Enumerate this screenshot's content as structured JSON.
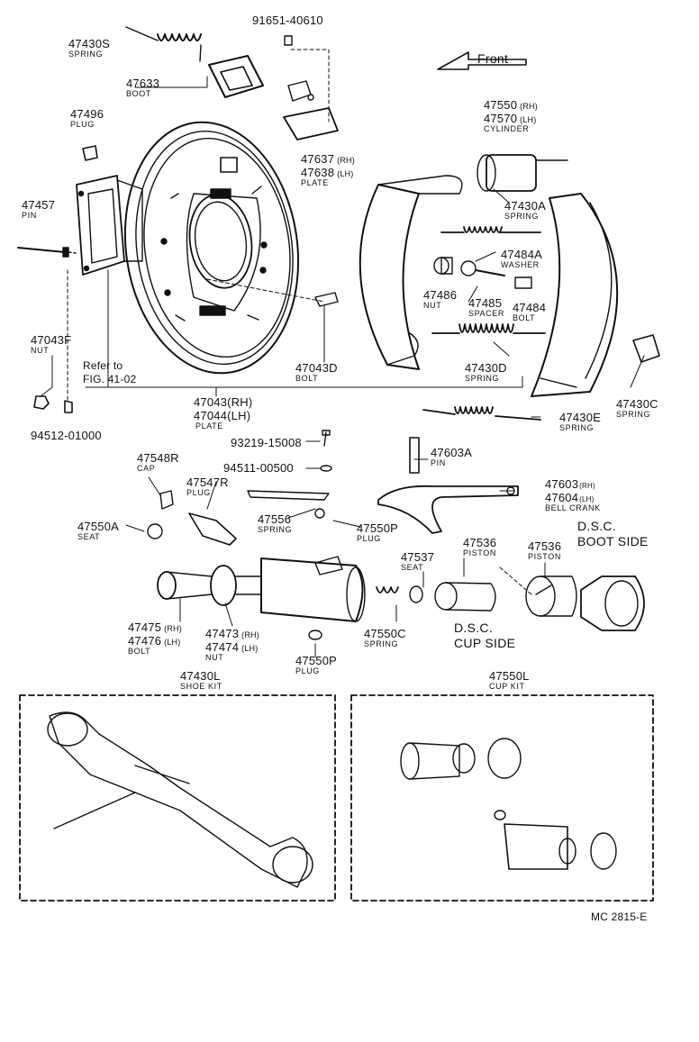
{
  "front_label": "Front",
  "footer_code": "MC 2815-E",
  "dsc_boot_side": [
    "D.S.C.",
    "BOOT SIDE"
  ],
  "dsc_cup_side": [
    "D.S.C.",
    "CUP SIDE"
  ],
  "refer": [
    "Refer to",
    "FIG. 41-02"
  ],
  "parts": [
    {
      "num": "91651-40610",
      "desc": ""
    },
    {
      "num": "47430S",
      "desc": "SPRING"
    },
    {
      "num": "47633",
      "desc": "BOOT"
    },
    {
      "num": "47496",
      "desc": "PLUG"
    },
    {
      "num": "47457",
      "desc": "PIN"
    },
    {
      "num": "47637",
      "rl": "(RH)",
      "num2": "47638",
      "rl2": "(LH)",
      "desc": "PLATE"
    },
    {
      "num": "47550",
      "rl": "(RH)",
      "num2": "47570",
      "rl2": "(LH)",
      "desc": "CYLINDER"
    },
    {
      "num": "47430A",
      "desc": "SPRING"
    },
    {
      "num": "47484A",
      "desc": "WASHER"
    },
    {
      "num": "47486",
      "desc": "NUT"
    },
    {
      "num": "47485",
      "desc": "SPACER"
    },
    {
      "num": "47484",
      "desc": "BOLT"
    },
    {
      "num": "47430D",
      "desc": "SPRING"
    },
    {
      "num": "47430C",
      "desc": "SPRING"
    },
    {
      "num": "47430E",
      "desc": "SPRING"
    },
    {
      "num": "47043F",
      "desc": "NUT"
    },
    {
      "num": "47043D",
      "desc": "BOLT"
    },
    {
      "num": "47043",
      "rl": "(RH)",
      "num2": "47044",
      "rl2": "(LH)",
      "desc": "PLATE"
    },
    {
      "num": "94512-01000",
      "desc": ""
    },
    {
      "num": "93219-15008",
      "desc": ""
    },
    {
      "num": "47603A",
      "desc": "PIN"
    },
    {
      "num": "47548R",
      "desc": "CAP"
    },
    {
      "num": "94511-00500",
      "desc": ""
    },
    {
      "num": "47547R",
      "desc": "PLUG"
    },
    {
      "num": "47603",
      "rl": "(RH)",
      "num2": "47604",
      "rl2": "(LH)",
      "desc": "BELL CRANK"
    },
    {
      "num": "47550A",
      "desc": "SEAT"
    },
    {
      "num": "47556",
      "desc": "SPRING"
    },
    {
      "num": "47550P",
      "desc": "PLUG"
    },
    {
      "num": "47536",
      "desc": "PISTON"
    },
    {
      "num": "47536",
      "desc": "PISTON"
    },
    {
      "num": "47537",
      "desc": "SEAT"
    },
    {
      "num": "47475",
      "rl": "(RH)",
      "num2": "47476",
      "rl2": "(LH)",
      "desc": "BOLT"
    },
    {
      "num": "47473",
      "rl": "(RH)",
      "num2": "47474",
      "rl2": "(LH)",
      "desc": "NUT"
    },
    {
      "num": "47550C",
      "desc": "SPRING"
    },
    {
      "num": "47550P",
      "desc": "PLUG"
    },
    {
      "num": "47430L",
      "desc": "SHOE KIT"
    },
    {
      "num": "47550L",
      "desc": "CUP KIT"
    }
  ]
}
